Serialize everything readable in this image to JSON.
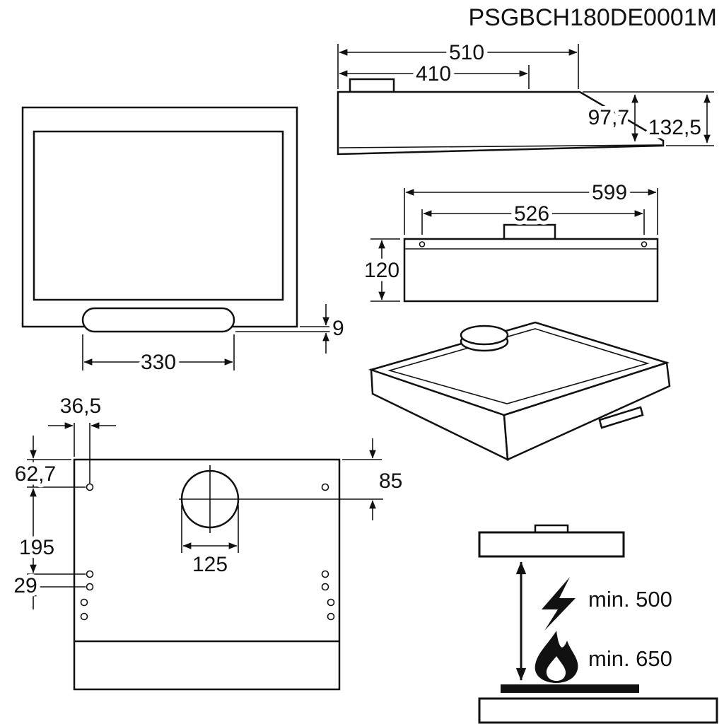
{
  "title": "PSGBCH180DE0001M",
  "side_view": {
    "total_depth": "510",
    "top_depth": "410",
    "front_height": "97,7",
    "total_height": "132,5"
  },
  "rear_view": {
    "total_width": "599",
    "mounting_width": "526",
    "body_height": "120"
  },
  "front_face_view": {
    "panel_width": "330",
    "panel_height": "9"
  },
  "mounting_template": {
    "hole_offset_x": "36,5",
    "hole_offset_y": "62,7",
    "hole_spacing_y": "195",
    "hole_pair_spacing": "29",
    "duct_diameter": "125",
    "duct_center_offset": "85"
  },
  "installation_clearance": {
    "electric_hob": "min. 500",
    "gas_hob": "min. 650"
  }
}
